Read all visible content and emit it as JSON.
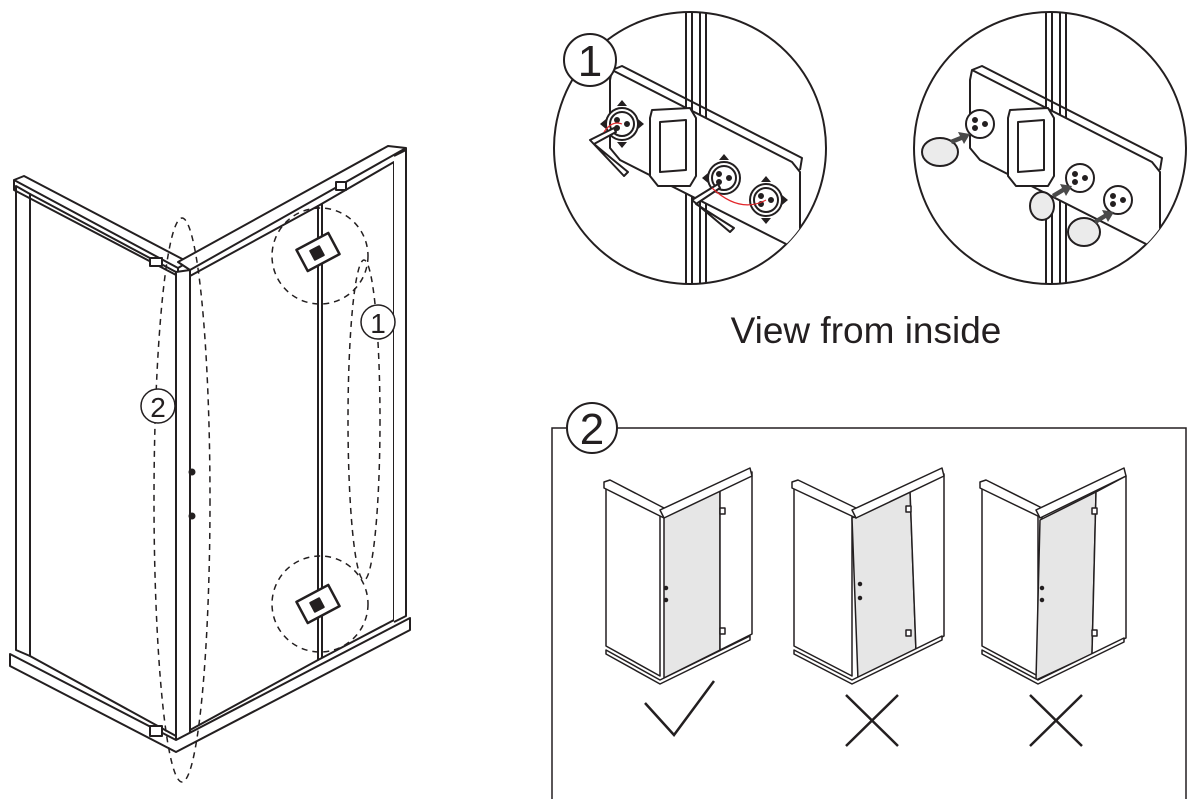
{
  "labels": {
    "callout_1": "1",
    "callout_2": "2",
    "view_caption": "View from inside"
  },
  "marks": {
    "correct": "check-mark",
    "wrong_1": "cross-mark",
    "wrong_2": "cross-mark"
  },
  "colors": {
    "line": "#231f20",
    "glass_fill": "#e6e6e6",
    "hex_key_path": "#e3262b",
    "cap_fill": "#ebebeb",
    "arrow": "#4a4a4a"
  }
}
